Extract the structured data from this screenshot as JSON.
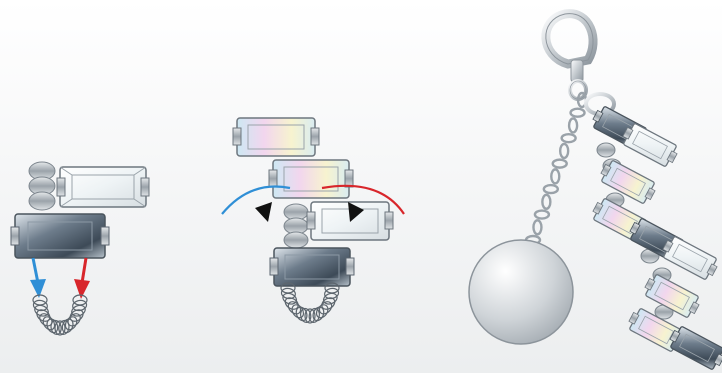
{
  "illustration": {
    "panels": [
      {
        "id": "step-1",
        "arrow_colors": [
          "#2f8fd6",
          "#d8262b"
        ]
      },
      {
        "id": "step-2",
        "arc_colors": [
          "#2f8fd6",
          "#d8262b"
        ]
      },
      {
        "id": "finished-keychain"
      }
    ]
  },
  "colors": {
    "metal_light": "#e9ecee",
    "metal_dark": "#5b6570",
    "crystal_light": "#f7fbfc",
    "blue": "#2f8fd6",
    "red": "#d8262b"
  }
}
